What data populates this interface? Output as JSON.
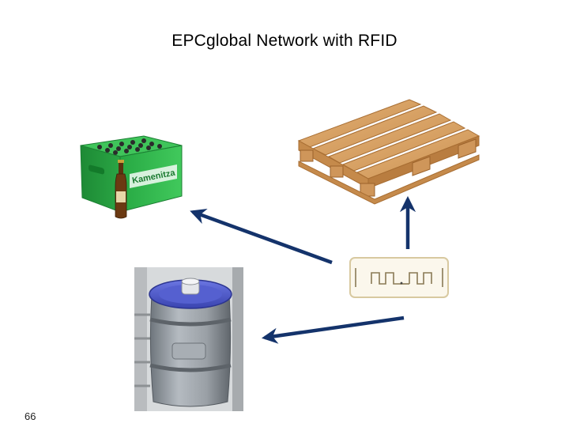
{
  "slide": {
    "title": "EPCglobal Network with RFID",
    "page_number": "66"
  },
  "crate": {
    "brand_text": "Kamenitza"
  },
  "colors": {
    "arrow": "#14336b",
    "crate_green": "#2fb54a",
    "pallet_wood": "#d9a365",
    "keg_gray": "#9aa0a6",
    "keg_blue": "#4b57c8",
    "tag_border": "#d8c9a0"
  },
  "icons": [
    "beer-crate-icon",
    "wooden-pallet-icon",
    "beer-keg-icon",
    "rfid-tag-icon"
  ]
}
